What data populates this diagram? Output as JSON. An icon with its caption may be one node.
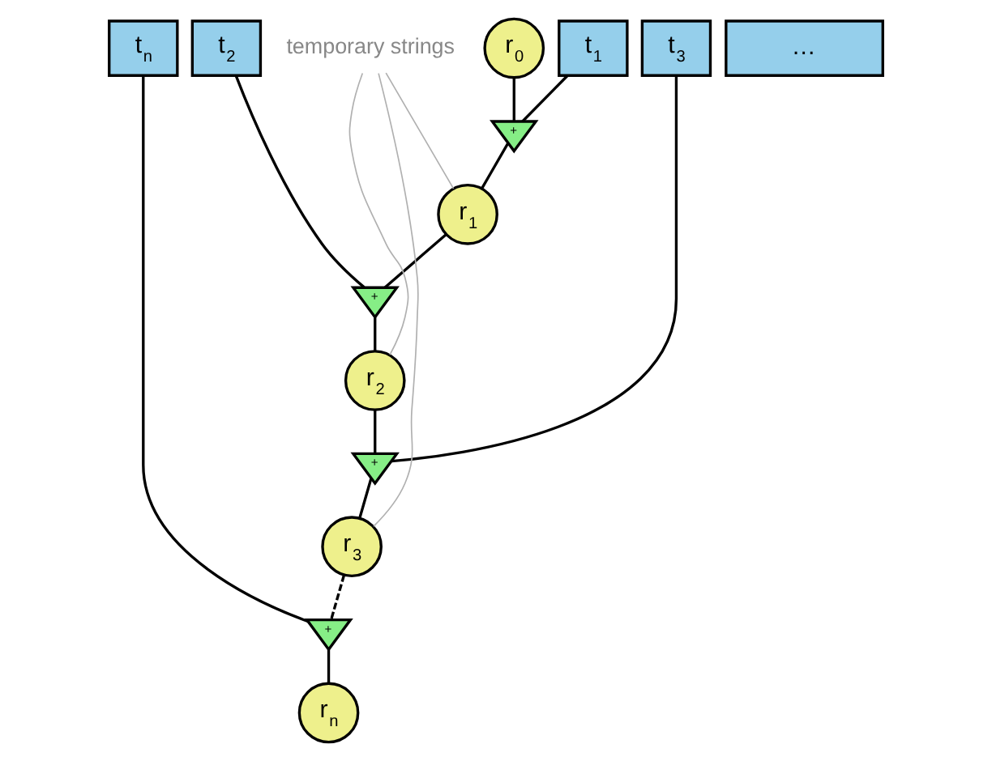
{
  "diagram": {
    "nodes": [
      {
        "text": [
          "r$_{0}$"
        ]
      },
      {
        "text": [
          "t$_{1}$"
        ]
      },
      {
        "text": [
          "t$_{2}$"
        ]
      },
      {
        "text": [
          "t$_{3}$"
        ]
      },
      {
        "text": [
          "…"
        ]
      },
      {
        "text": [
          "t$_{n}$"
        ]
      },
      {
        "text": [
          "+"
        ]
      },
      {
        "text": [
          "r$_{1}$"
        ]
      },
      {
        "text": [
          "+"
        ]
      },
      {
        "text": [
          "r$_{2}$"
        ]
      },
      {
        "text": [
          "+"
        ]
      },
      {
        "text": [
          "r$_{3}$"
        ]
      },
      {
        "text": [
          "+"
        ]
      },
      {
        "text": [
          "r$_{n}$"
        ]
      },
      {
        "text": [
          "temporary strings"
        ]
      }
    ],
    "edges": [
      {
        "from": 0,
        "to": 6,
        "arrow": "none"
      },
      {
        "from": 1,
        "to": 6,
        "arrow": "none"
      },
      {
        "from": 6,
        "to": 7,
        "arrow": "none"
      },
      {
        "from": 7,
        "to": 8,
        "arrow": "none"
      },
      {
        "from": 2,
        "to": 8,
        "arrow": "none"
      },
      {
        "from": 8,
        "to": 9,
        "arrow": "none"
      },
      {
        "from": 9,
        "to": 10,
        "arrow": "none"
      },
      {
        "from": 3,
        "to": 10,
        "arrow": "none"
      },
      {
        "from": 10,
        "to": 11,
        "arrow": "none"
      },
      {
        "from": 11,
        "to": 12,
        "arrow": "none",
        "style": "dashed"
      },
      {
        "from": 5,
        "to": 12,
        "arrow": "none"
      },
      {
        "from": 12,
        "to": 13,
        "arrow": "none"
      },
      {
        "from": 14,
        "to": 7,
        "arrow": "none",
        "color": "#b0b0b0"
      },
      {
        "from": 14,
        "to": 9,
        "arrow": "none",
        "color": "#b0b0b0"
      },
      {
        "from": 14,
        "to": 11,
        "arrow": "none",
        "color": "#b0b0b0"
      }
    ]
  }
}
